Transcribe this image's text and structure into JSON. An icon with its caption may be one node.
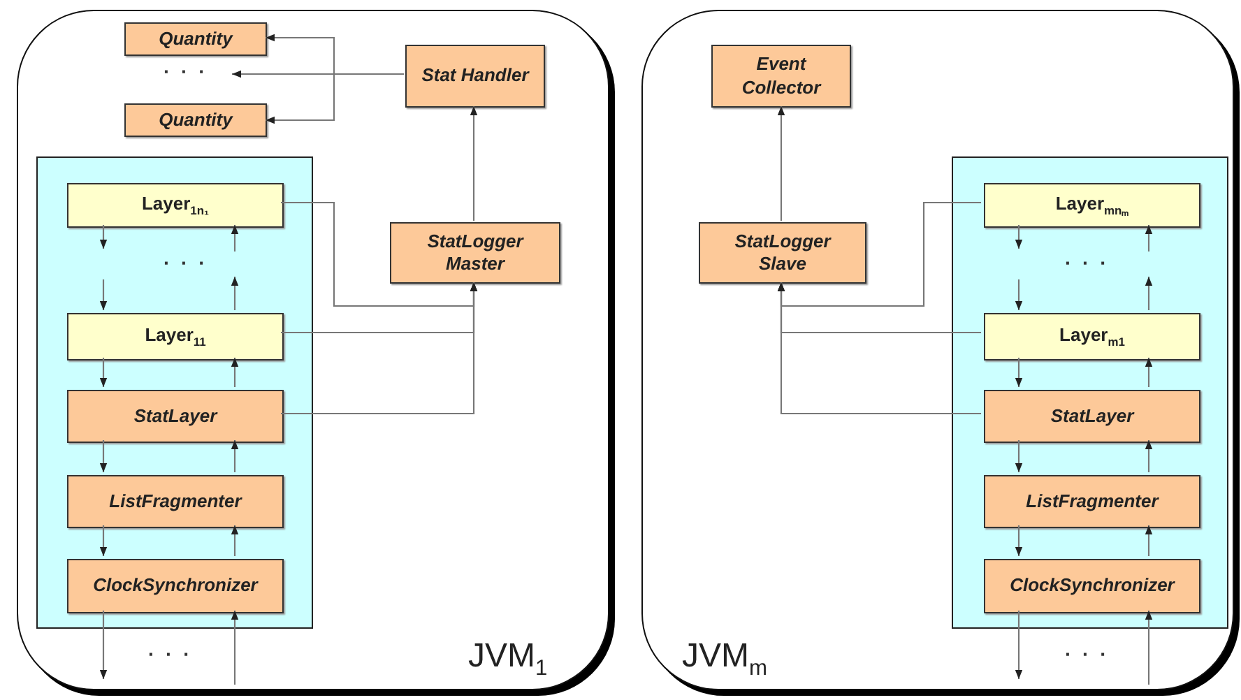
{
  "diagram": {
    "nodes": [
      {
        "text": [
          "JVM$_{1}$"
        ]
      },
      {
        "text": [
          "Quantity"
        ],
        "in": 0
      },
      {
        "text": [
          "Quantity"
        ],
        "in": 0
      },
      {
        "text": [
          "Stat Handler"
        ],
        "in": 0
      },
      {
        "text": [],
        "shape": "box",
        "in": 0
      },
      {
        "text": [
          "Layer$_{1n₁}$"
        ],
        "in": 4
      },
      {
        "text": [
          "Layer$_{11}$"
        ],
        "in": 4
      },
      {
        "text": [
          "StatLayer"
        ],
        "in": 4
      },
      {
        "text": [
          "ListFragmenter"
        ],
        "in": 4
      },
      {
        "text": [
          "ClockSynchronizer"
        ],
        "in": 4
      },
      {
        "text": [
          "StatLogger Master"
        ],
        "in": 0
      },
      {
        "text": [
          "JVM$_{m}$"
        ]
      },
      {
        "text": [
          "Event Collector"
        ],
        "in": 11
      },
      {
        "text": [
          "StatLogger Slave"
        ],
        "in": 11
      },
      {
        "text": [],
        "shape": "box",
        "in": 11
      },
      {
        "text": [
          "Layer$_{mnₘ}$"
        ],
        "in": 14
      },
      {
        "text": [
          "Layer$_{m1}$"
        ],
        "in": 14
      },
      {
        "text": [
          "StatLayer"
        ],
        "in": 14
      },
      {
        "text": [
          "ListFragmenter"
        ],
        "in": 14
      },
      {
        "text": [
          "ClockSynchronizer"
        ],
        "in": 14
      },
      {
        "text": [
          "· · ·"
        ],
        "in": 0
      }
    ],
    "edges": [
      {
        "from": 3,
        "to": 1,
        "arrow": "to"
      },
      {
        "from": 3,
        "to": 2,
        "arrow": "to"
      },
      {
        "from": 3,
        "to": 20,
        "arrow": "to"
      },
      {
        "from": 10,
        "to": 3,
        "arrow": "to"
      },
      {
        "from": 5,
        "to": 10,
        "arrow": "to"
      },
      {
        "from": 6,
        "to": 10,
        "arrow": "to"
      },
      {
        "from": 7,
        "to": 10,
        "arrow": "to"
      },
      {
        "from": 5,
        "to": null,
        "arrow": "to"
      },
      {
        "from": null,
        "to": 6,
        "arrow": "to"
      },
      {
        "from": 6,
        "to": null,
        "arrow": "to"
      },
      {
        "from": null,
        "to": 5,
        "arrow": "to"
      },
      {
        "from": 6,
        "to": 7,
        "arrow": "to"
      },
      {
        "from": 7,
        "to": 6,
        "arrow": "to"
      },
      {
        "from": 7,
        "to": 8,
        "arrow": "to"
      },
      {
        "from": 8,
        "to": 7,
        "arrow": "to"
      },
      {
        "from": 8,
        "to": 9,
        "arrow": "to"
      },
      {
        "from": 9,
        "to": 8,
        "arrow": "to"
      },
      {
        "from": 9,
        "to": null,
        "arrow": "to"
      },
      {
        "from": null,
        "to": 9,
        "arrow": "to"
      },
      {
        "from": 13,
        "to": 12,
        "arrow": "to"
      },
      {
        "from": 15,
        "to": 13,
        "arrow": "to"
      },
      {
        "from": 16,
        "to": 13,
        "arrow": "to"
      },
      {
        "from": 17,
        "to": 13,
        "arrow": "to"
      },
      {
        "from": 15,
        "to": null,
        "arrow": "to"
      },
      {
        "from": null,
        "to": 16,
        "arrow": "to"
      },
      {
        "from": 16,
        "to": null,
        "arrow": "to"
      },
      {
        "from": null,
        "to": 15,
        "arrow": "to"
      },
      {
        "from": 16,
        "to": 17,
        "arrow": "to"
      },
      {
        "from": 17,
        "to": 16,
        "arrow": "to"
      },
      {
        "from": 17,
        "to": 18,
        "arrow": "to"
      },
      {
        "from": 18,
        "to": 17,
        "arrow": "to"
      },
      {
        "from": 18,
        "to": 19,
        "arrow": "to"
      },
      {
        "from": 19,
        "to": 18,
        "arrow": "to"
      },
      {
        "from": 19,
        "to": null,
        "arrow": "to"
      },
      {
        "from": null,
        "to": 19,
        "arrow": "to"
      }
    ],
    "labels": [
      "· · ·",
      "· · ·",
      "· · ·",
      "· · ·"
    ]
  }
}
